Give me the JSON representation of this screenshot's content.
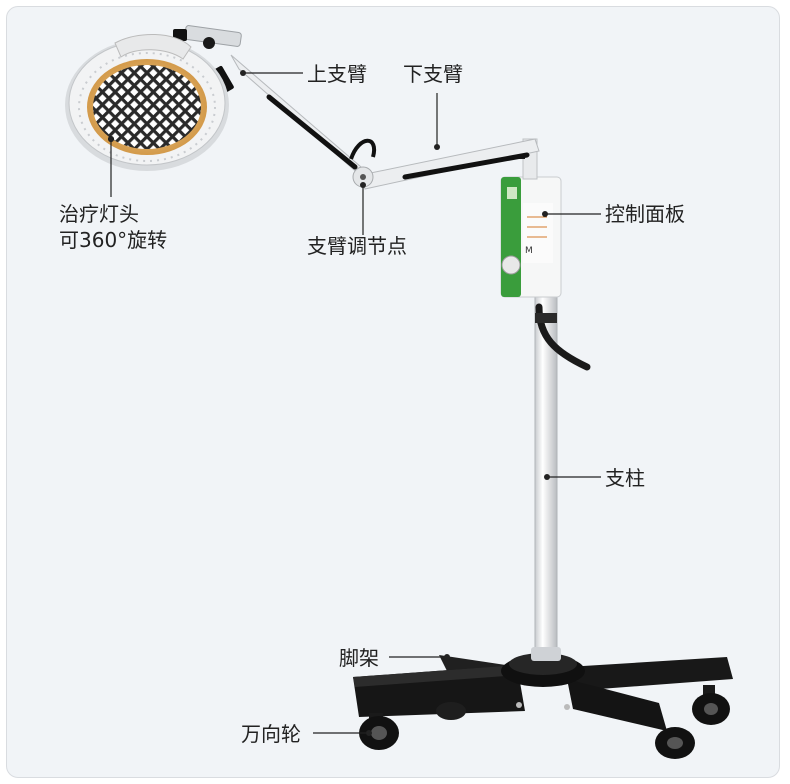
{
  "labels": {
    "lamp_head": "治疗灯头\n可360°旋转",
    "upper_arm": "上支臂",
    "lower_arm": "下支臂",
    "arm_joint": "支臂调节点",
    "control_panel": "控制面板",
    "column": "支柱",
    "base": "脚架",
    "caster": "万向轮"
  },
  "colors": {
    "background": "#f1f4f7",
    "metal": "#e2e4e6",
    "black": "#1c1c1c",
    "panel_green": "#3a9d3c",
    "lamp_glow": "#e3b165",
    "leader": "#222222"
  }
}
